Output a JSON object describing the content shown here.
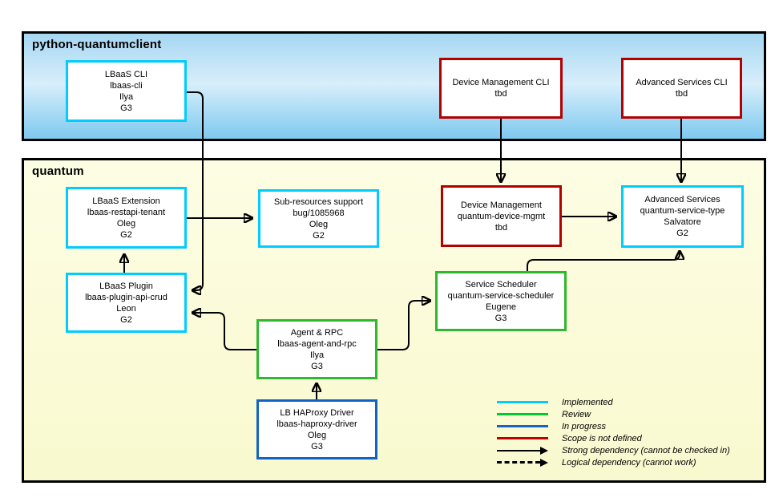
{
  "containers": {
    "client": {
      "title": "python-quantumclient"
    },
    "quantum": {
      "title": "quantum"
    }
  },
  "nodes": {
    "lbaas_cli": {
      "lines": [
        "LBaaS CLI",
        "lbaas-cli",
        "Ilya",
        "G3"
      ],
      "status": "implemented"
    },
    "device_mgmt_cli": {
      "lines": [
        "Device Management CLI",
        "tbd"
      ],
      "status": "scope-not-defined"
    },
    "adv_services_cli": {
      "lines": [
        "Advanced Services CLI",
        "tbd"
      ],
      "status": "scope-not-defined"
    },
    "lbaas_extension": {
      "lines": [
        "LBaaS Extension",
        "lbaas-restapi-tenant",
        "Oleg",
        "G2"
      ],
      "status": "implemented"
    },
    "sub_resources": {
      "lines": [
        "Sub-resources support",
        "bug/1085968",
        "Oleg",
        "G2"
      ],
      "status": "implemented"
    },
    "device_mgmt": {
      "lines": [
        "Device Management",
        "quantum-device-mgmt",
        "tbd"
      ],
      "status": "scope-not-defined"
    },
    "adv_services": {
      "lines": [
        "Advanced Services",
        "quantum-service-type",
        "Salvatore",
        "G2"
      ],
      "status": "implemented"
    },
    "lbaas_plugin": {
      "lines": [
        "LBaaS Plugin",
        "lbaas-plugin-api-crud",
        "Leon",
        "G2"
      ],
      "status": "implemented"
    },
    "service_scheduler": {
      "lines": [
        "Service Scheduler",
        "quantum-service-scheduler",
        "Eugene",
        "G3"
      ],
      "status": "review"
    },
    "agent_rpc": {
      "lines": [
        "Agent & RPC",
        "lbaas-agent-and-rpc",
        "Ilya",
        "G3"
      ],
      "status": "review"
    },
    "haproxy_driver": {
      "lines": [
        "LB HAProxy Driver",
        "lbaas-haproxy-driver",
        "Oleg",
        "G3"
      ],
      "status": "in-progress"
    }
  },
  "edges": [
    {
      "from": "lbaas_cli",
      "to": "lbaas_plugin",
      "type": "strong"
    },
    {
      "from": "lbaas_extension",
      "to": "sub_resources",
      "type": "strong"
    },
    {
      "from": "lbaas_plugin",
      "to": "lbaas_extension",
      "type": "strong"
    },
    {
      "from": "device_mgmt_cli",
      "to": "device_mgmt",
      "type": "strong"
    },
    {
      "from": "adv_services_cli",
      "to": "adv_services",
      "type": "strong"
    },
    {
      "from": "device_mgmt",
      "to": "adv_services",
      "type": "strong"
    },
    {
      "from": "agent_rpc",
      "to": "lbaas_plugin",
      "type": "strong"
    },
    {
      "from": "agent_rpc",
      "to": "service_scheduler",
      "type": "strong"
    },
    {
      "from": "service_scheduler",
      "to": "adv_services",
      "type": "strong"
    },
    {
      "from": "haproxy_driver",
      "to": "agent_rpc",
      "type": "strong"
    }
  ],
  "legend": {
    "items": [
      {
        "label": "Implemented",
        "color": "#00ccff"
      },
      {
        "label": "Review",
        "color": "#00c832"
      },
      {
        "label": "In progress",
        "color": "#1565c8"
      },
      {
        "label": "Scope is not defined",
        "color": "#c00000"
      },
      {
        "label": "Strong dependency (cannot be checked in)",
        "color": "#000000"
      },
      {
        "label": "Logical dependency (cannot work)",
        "color": "#000000"
      }
    ]
  },
  "colors": {
    "implemented_border": "#00ccff",
    "review_border": "#2eb82e",
    "in_progress_border": "#1163c6",
    "scope_not_defined_border": "#b30000",
    "client_bg_top": "#a6d7f2",
    "client_bg_mid": "#d8eefb",
    "client_bg_bottom": "#7ec9ef",
    "quantum_bg": "#fbfbd7",
    "wire": "#000000"
  }
}
